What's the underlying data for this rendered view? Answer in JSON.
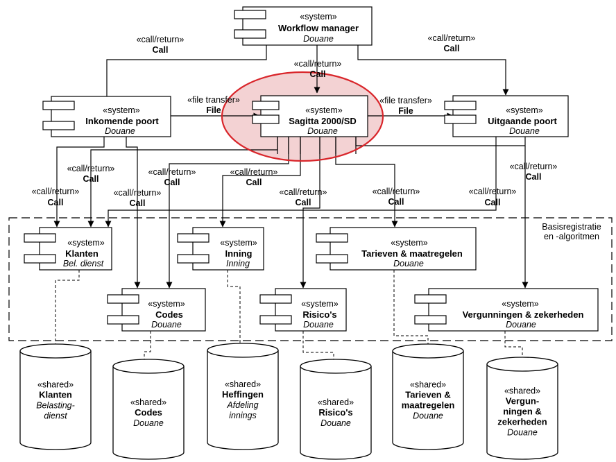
{
  "diagram": {
    "region_label": [
      "Basisregistratie",
      "en -algoritmen"
    ],
    "highlight_color": "#d9262b",
    "components": [
      {
        "id": "workflow",
        "stereotype": "«system»",
        "name": "Workflow manager",
        "owner": "Douane"
      },
      {
        "id": "inkomende",
        "stereotype": "«system»",
        "name": "Inkomende poort",
        "owner": "Douane"
      },
      {
        "id": "sagitta",
        "stereotype": "«system»",
        "name": "Sagitta 2000/SD",
        "owner": "Douane"
      },
      {
        "id": "uitgaande",
        "stereotype": "«system»",
        "name": "Uitgaande poort",
        "owner": "Douane"
      },
      {
        "id": "klanten",
        "stereotype": "«system»",
        "name": "Klanten",
        "owner": "Bel. dienst"
      },
      {
        "id": "inning",
        "stereotype": "«system»",
        "name": "Inning",
        "owner": "Inning"
      },
      {
        "id": "tarieven",
        "stereotype": "«system»",
        "name": "Tarieven & maatregelen",
        "owner": "Douane"
      },
      {
        "id": "codes",
        "stereotype": "«system»",
        "name": "Codes",
        "owner": "Douane"
      },
      {
        "id": "risicos",
        "stereotype": "«system»",
        "name": "Risico's",
        "owner": "Douane"
      },
      {
        "id": "vergunningen",
        "stereotype": "«system»",
        "name": "Vergunningen & zekerheden",
        "owner": "Douane"
      }
    ],
    "databases": [
      {
        "id": "db-klanten",
        "stereotype": "«shared»",
        "lines": [
          "Klanten"
        ],
        "owner_lines": [
          "Belasting-",
          "dienst"
        ]
      },
      {
        "id": "db-codes",
        "stereotype": "«shared»",
        "lines": [
          "Codes"
        ],
        "owner_lines": [
          "Douane"
        ]
      },
      {
        "id": "db-heffingen",
        "stereotype": "«shared»",
        "lines": [
          "Heffingen"
        ],
        "owner_lines": [
          "Afdeling",
          "innings"
        ]
      },
      {
        "id": "db-risicos",
        "stereotype": "«shared»",
        "lines": [
          "Risico's"
        ],
        "owner_lines": [
          "Douane"
        ]
      },
      {
        "id": "db-tarieven",
        "stereotype": "«shared»",
        "lines": [
          "Tarieven &",
          "maatregelen"
        ],
        "owner_lines": [
          "Douane"
        ]
      },
      {
        "id": "db-vergunningen",
        "stereotype": "«shared»",
        "lines": [
          "Vergun-",
          "ningen &",
          "zekerheden"
        ],
        "owner_lines": [
          "Douane"
        ]
      }
    ],
    "connectors": [
      {
        "id": "cr-inkomende-workflow",
        "label": "«call/return»",
        "kind": "Call"
      },
      {
        "id": "cr-workflow-sagitta",
        "label": "«call/return»",
        "kind": "Call"
      },
      {
        "id": "cr-workflow-uitgaande",
        "label": "«call/return»",
        "kind": "Call"
      },
      {
        "id": "ft-inkomende-sagitta",
        "label": "«file transfer»",
        "kind": "File"
      },
      {
        "id": "ft-sagitta-uitgaande",
        "label": "«file transfer»",
        "kind": "File"
      },
      {
        "id": "cr-inkomende-klanten",
        "label": "«call/return»",
        "kind": "Call"
      },
      {
        "id": "cr-inkomende-codes",
        "label": "«call/return»",
        "kind": "Call"
      },
      {
        "id": "cr-sagitta-klanten",
        "label": "«call/return»",
        "kind": "Call"
      },
      {
        "id": "cr-sagitta-codes",
        "label": "«call/return»",
        "kind": "Call"
      },
      {
        "id": "cr-sagitta-inning",
        "label": "«call/return»",
        "kind": "Call"
      },
      {
        "id": "cr-sagitta-risicos",
        "label": "«call/return»",
        "kind": "Call"
      },
      {
        "id": "cr-sagitta-tarieven",
        "label": "«call/return»",
        "kind": "Call"
      },
      {
        "id": "cr-uitgaande-klanten",
        "label": "«call/return»",
        "kind": "Call"
      },
      {
        "id": "cr-uitgaande-vergunningen",
        "label": "«call/return»",
        "kind": "Call"
      }
    ]
  }
}
